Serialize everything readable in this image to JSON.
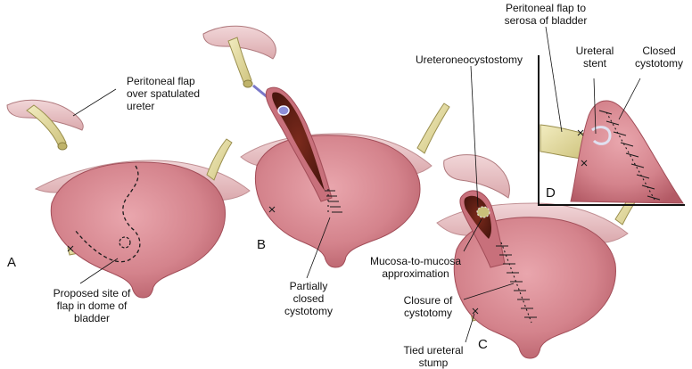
{
  "panels": {
    "a": "A",
    "b": "B",
    "c": "C",
    "d": "D"
  },
  "labels": {
    "peritoneal_flap_over_ureter": "Peritoneal flap\nover spatulated\nureter",
    "proposed_site": "Proposed site of\nflap in dome of\nbladder",
    "partially_closed": "Partially\nclosed\ncystotomy",
    "ureteroneocystostomy": "Ureteroneocystostomy",
    "mucosa_to_mucosa": "Mucosa-to-mucosa\napproximation",
    "closure_of_cystotomy": "Closure of\ncystotomy",
    "tied_ureteral_stump": "Tied ureteral\nstump",
    "peritoneal_flap_to_serosa": "Peritoneal flap to\nserosa of bladder",
    "ureteral_stent": "Ureteral\nstent",
    "closed_cystotomy": "Closed\ncystotomy"
  },
  "colors": {
    "bladder": "#d98a92",
    "bladder_dark": "#b85c67",
    "peritoneum": "#e6c1c4",
    "ureter": "#e8dfa6",
    "lumen": "#6b2418",
    "suture": "#1a1a1a"
  }
}
